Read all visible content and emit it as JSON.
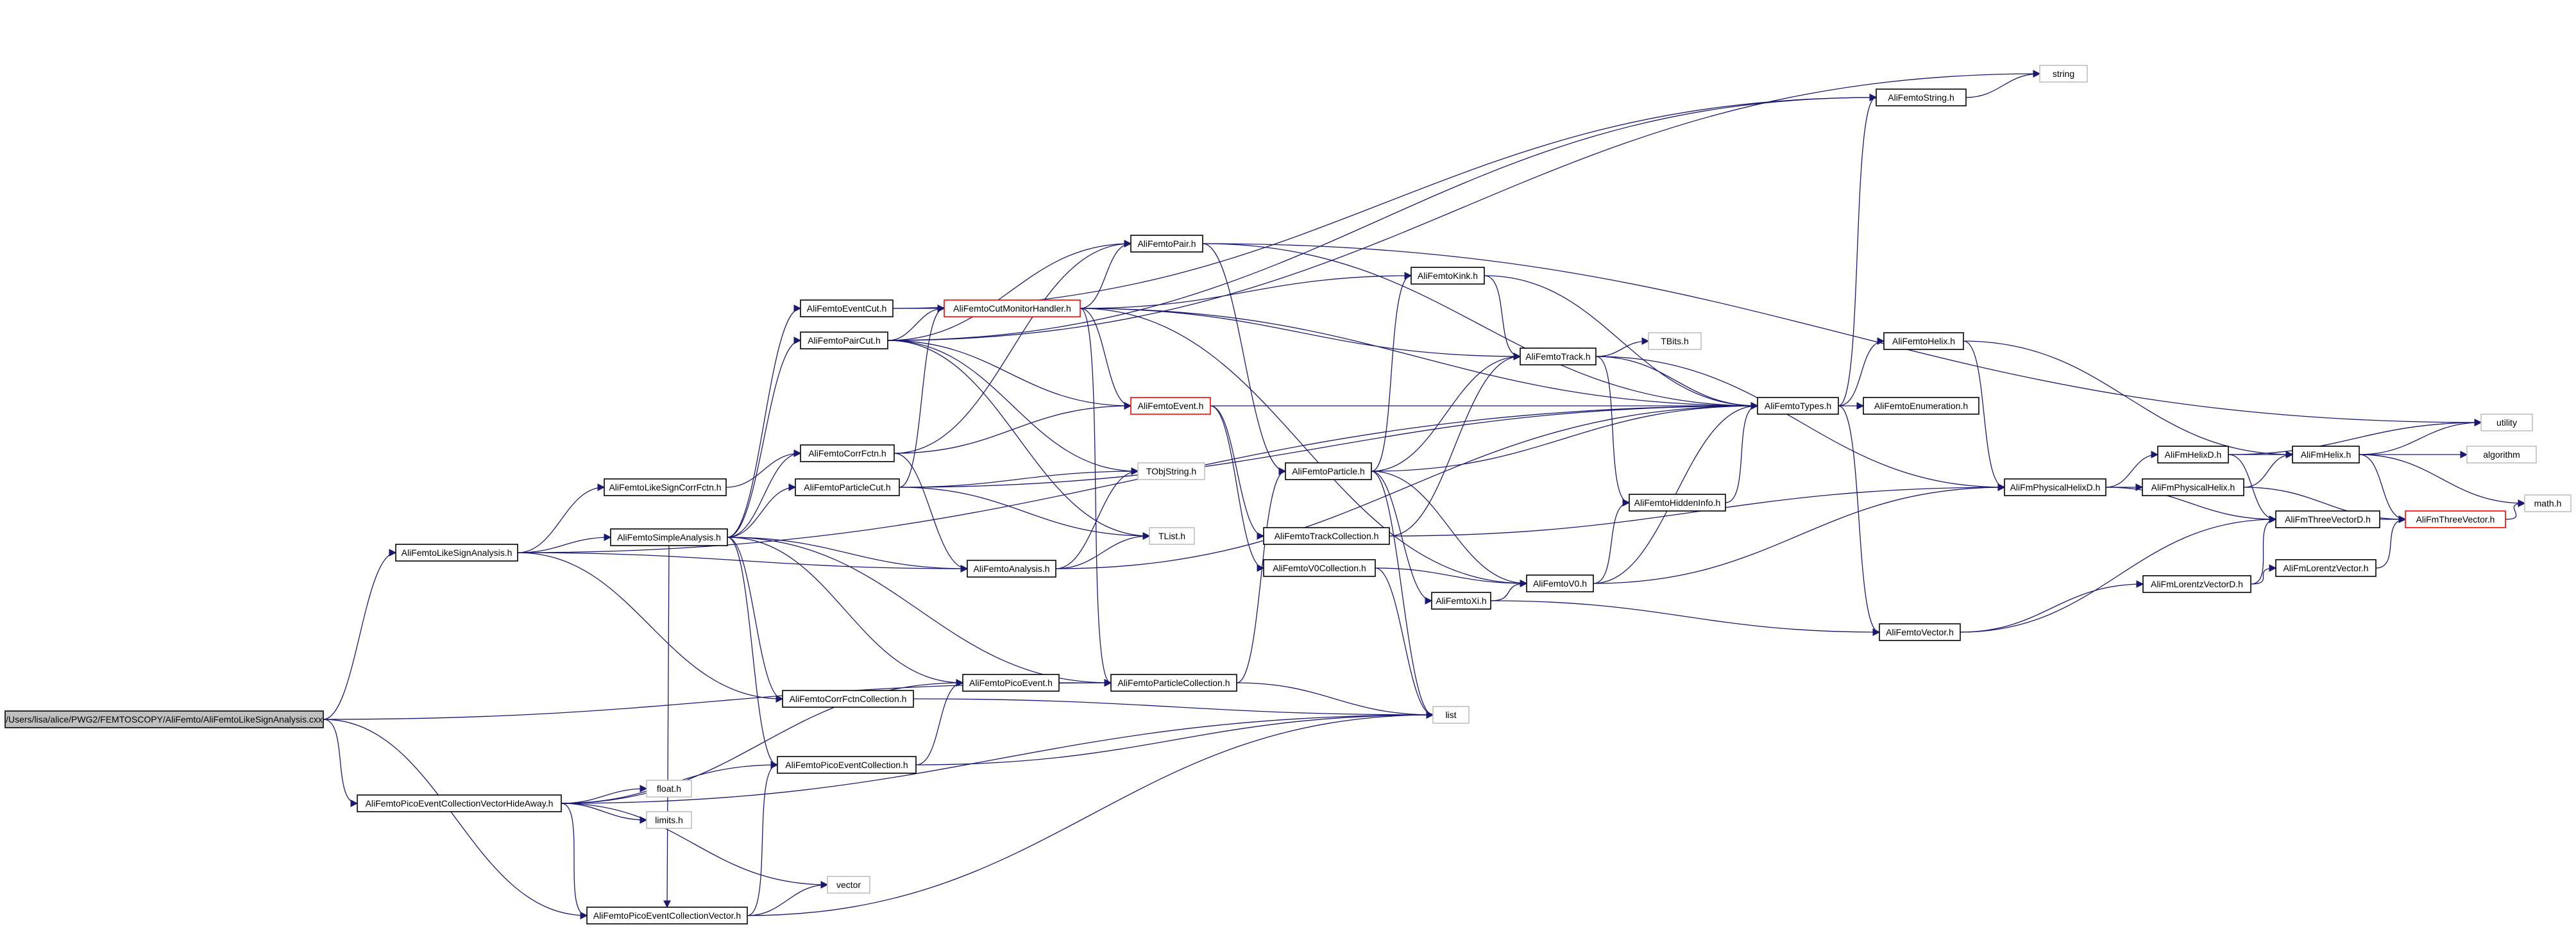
{
  "graph": {
    "colors": {
      "edge": "#191970",
      "node_border": "#000000",
      "node_fill": "#ffffff",
      "root_fill": "#bfbfbf",
      "incomplete_border": "#ff0000",
      "external_border": "#bfbfbf"
    },
    "nodes": [
      {
        "id": "root",
        "label": "/Users/lisa/alice/PWG2/FEMTOSCOPY/AliFemto/AliFemtoLikeSignAnalysis.cxx",
        "kind": "root"
      },
      {
        "id": "likesign_h",
        "label": "AliFemtoLikeSignAnalysis.h",
        "kind": "normal"
      },
      {
        "id": "picocoll_hide",
        "label": "AliFemtoPicoEventCollectionVectorHideAway.h",
        "kind": "normal"
      },
      {
        "id": "picocoll_vec",
        "label": "AliFemtoPicoEventCollectionVector.h",
        "kind": "normal"
      },
      {
        "id": "likesigncorr",
        "label": "AliFemtoLikeSignCorrFctn.h",
        "kind": "normal"
      },
      {
        "id": "simpleanalysis",
        "label": "AliFemtoSimpleAnalysis.h",
        "kind": "normal"
      },
      {
        "id": "corrfctn",
        "label": "AliFemtoCorrFctn.h",
        "kind": "normal"
      },
      {
        "id": "eventcut",
        "label": "AliFemtoEventCut.h",
        "kind": "normal"
      },
      {
        "id": "paircut",
        "label": "AliFemtoPairCut.h",
        "kind": "normal"
      },
      {
        "id": "particlecut",
        "label": "AliFemtoParticleCut.h",
        "kind": "normal"
      },
      {
        "id": "analysis",
        "label": "AliFemtoAnalysis.h",
        "kind": "normal"
      },
      {
        "id": "corrfctncoll",
        "label": "AliFemtoCorrFctnCollection.h",
        "kind": "normal"
      },
      {
        "id": "picoeventcoll",
        "label": "AliFemtoPicoEventCollection.h",
        "kind": "normal"
      },
      {
        "id": "picoevent",
        "label": "AliFemtoPicoEvent.h",
        "kind": "normal"
      },
      {
        "id": "particlecoll",
        "label": "AliFemtoParticleCollection.h",
        "kind": "normal"
      },
      {
        "id": "cutmonitor",
        "label": "AliFemtoCutMonitorHandler.h",
        "kind": "incomplete"
      },
      {
        "id": "pair",
        "label": "AliFemtoPair.h",
        "kind": "normal"
      },
      {
        "id": "event",
        "label": "AliFemtoEvent.h",
        "kind": "incomplete"
      },
      {
        "id": "particle",
        "label": "AliFemtoParticle.h",
        "kind": "normal"
      },
      {
        "id": "trackcoll",
        "label": "AliFemtoTrackCollection.h",
        "kind": "normal"
      },
      {
        "id": "v0coll",
        "label": "AliFemtoV0Collection.h",
        "kind": "normal"
      },
      {
        "id": "kink",
        "label": "AliFemtoKink.h",
        "kind": "normal"
      },
      {
        "id": "track",
        "label": "AliFemtoTrack.h",
        "kind": "normal"
      },
      {
        "id": "v0",
        "label": "AliFemtoV0.h",
        "kind": "normal"
      },
      {
        "id": "xi",
        "label": "AliFemtoXi.h",
        "kind": "normal"
      },
      {
        "id": "hiddeninfo",
        "label": "AliFemtoHiddenInfo.h",
        "kind": "normal"
      },
      {
        "id": "types",
        "label": "AliFemtoTypes.h",
        "kind": "normal"
      },
      {
        "id": "femtostring",
        "label": "AliFemtoString.h",
        "kind": "normal"
      },
      {
        "id": "enumeration",
        "label": "AliFemtoEnumeration.h",
        "kind": "normal"
      },
      {
        "id": "femtohelix",
        "label": "AliFemtoHelix.h",
        "kind": "normal"
      },
      {
        "id": "femtovector",
        "label": "AliFemtoVector.h",
        "kind": "normal"
      },
      {
        "id": "physhelixd",
        "label": "AliFmPhysicalHelixD.h",
        "kind": "normal"
      },
      {
        "id": "helixd",
        "label": "AliFmHelixD.h",
        "kind": "normal"
      },
      {
        "id": "physhelix",
        "label": "AliFmPhysicalHelix.h",
        "kind": "normal"
      },
      {
        "id": "fmhelix",
        "label": "AliFmHelix.h",
        "kind": "normal"
      },
      {
        "id": "threevecd",
        "label": "AliFmThreeVectorD.h",
        "kind": "normal"
      },
      {
        "id": "threevec",
        "label": "AliFmThreeVector.h",
        "kind": "incomplete"
      },
      {
        "id": "lorentzd",
        "label": "AliFmLorentzVectorD.h",
        "kind": "normal"
      },
      {
        "id": "lorentz",
        "label": "AliFmLorentzVector.h",
        "kind": "normal"
      },
      {
        "id": "string",
        "label": "string",
        "kind": "external"
      },
      {
        "id": "utility",
        "label": "utility",
        "kind": "external"
      },
      {
        "id": "algorithm",
        "label": "algorithm",
        "kind": "external"
      },
      {
        "id": "math",
        "label": "math.h",
        "kind": "external"
      },
      {
        "id": "tbits",
        "label": "TBits.h",
        "kind": "external"
      },
      {
        "id": "tobjstring",
        "label": "TObjString.h",
        "kind": "external"
      },
      {
        "id": "tlist",
        "label": "TList.h",
        "kind": "external"
      },
      {
        "id": "list",
        "label": "list",
        "kind": "external"
      },
      {
        "id": "float",
        "label": "float.h",
        "kind": "external"
      },
      {
        "id": "limits",
        "label": "limits.h",
        "kind": "external"
      },
      {
        "id": "vector",
        "label": "vector",
        "kind": "external"
      }
    ],
    "edges": [
      [
        "root",
        "likesign_h"
      ],
      [
        "root",
        "picocoll_hide"
      ],
      [
        "root",
        "picocoll_vec"
      ],
      [
        "root",
        "particlecoll"
      ],
      [
        "likesign_h",
        "likesigncorr"
      ],
      [
        "likesign_h",
        "simpleanalysis"
      ],
      [
        "likesign_h",
        "analysis"
      ],
      [
        "likesign_h",
        "corrfctncoll"
      ],
      [
        "likesign_h",
        "types"
      ],
      [
        "likesigncorr",
        "corrfctn"
      ],
      [
        "simpleanalysis",
        "eventcut"
      ],
      [
        "simpleanalysis",
        "paircut"
      ],
      [
        "simpleanalysis",
        "particlecut"
      ],
      [
        "simpleanalysis",
        "analysis"
      ],
      [
        "simpleanalysis",
        "corrfctncoll"
      ],
      [
        "simpleanalysis",
        "picoeventcoll"
      ],
      [
        "simpleanalysis",
        "picoevent"
      ],
      [
        "simpleanalysis",
        "particlecoll"
      ],
      [
        "simpleanalysis",
        "picocoll_vec"
      ],
      [
        "simpleanalysis",
        "corrfctn"
      ],
      [
        "corrfctn",
        "analysis"
      ],
      [
        "corrfctn",
        "event"
      ],
      [
        "corrfctn",
        "pair"
      ],
      [
        "eventcut",
        "cutmonitor"
      ],
      [
        "eventcut",
        "femtostring"
      ],
      [
        "paircut",
        "cutmonitor"
      ],
      [
        "paircut",
        "pair"
      ],
      [
        "paircut",
        "event"
      ],
      [
        "paircut",
        "femtostring"
      ],
      [
        "paircut",
        "string"
      ],
      [
        "paircut",
        "tobjstring"
      ],
      [
        "paircut",
        "tlist"
      ],
      [
        "particlecut",
        "cutmonitor"
      ],
      [
        "particlecut",
        "tobjstring"
      ],
      [
        "particlecut",
        "tlist"
      ],
      [
        "particlecut",
        "types"
      ],
      [
        "analysis",
        "tobjstring"
      ],
      [
        "analysis",
        "tlist"
      ],
      [
        "analysis",
        "types"
      ],
      [
        "corrfctncoll",
        "list"
      ],
      [
        "picoeventcoll",
        "picoevent"
      ],
      [
        "picoeventcoll",
        "list"
      ],
      [
        "picoevent",
        "particlecoll"
      ],
      [
        "particlecoll",
        "list"
      ],
      [
        "particlecoll",
        "particle"
      ],
      [
        "picocoll_hide",
        "picoeventcoll"
      ],
      [
        "picocoll_hide",
        "picoevent"
      ],
      [
        "picocoll_hide",
        "list"
      ],
      [
        "picocoll_hide",
        "float"
      ],
      [
        "picocoll_hide",
        "limits"
      ],
      [
        "picocoll_hide",
        "vector"
      ],
      [
        "picocoll_hide",
        "picocoll_vec"
      ],
      [
        "picocoll_vec",
        "vector"
      ],
      [
        "picocoll_vec",
        "list"
      ],
      [
        "picocoll_vec",
        "picoeventcoll"
      ],
      [
        "cutmonitor",
        "pair"
      ],
      [
        "cutmonitor",
        "event"
      ],
      [
        "cutmonitor",
        "kink"
      ],
      [
        "cutmonitor",
        "track"
      ],
      [
        "cutmonitor",
        "types"
      ],
      [
        "cutmonitor",
        "v0"
      ],
      [
        "cutmonitor",
        "particlecoll"
      ],
      [
        "pair",
        "particle"
      ],
      [
        "pair",
        "types"
      ],
      [
        "pair",
        "utility"
      ],
      [
        "event",
        "types"
      ],
      [
        "event",
        "trackcoll"
      ],
      [
        "event",
        "v0coll"
      ],
      [
        "particle",
        "kink"
      ],
      [
        "particle",
        "track"
      ],
      [
        "particle",
        "v0"
      ],
      [
        "particle",
        "xi"
      ],
      [
        "particle",
        "types"
      ],
      [
        "particle",
        "list"
      ],
      [
        "trackcoll",
        "track"
      ],
      [
        "trackcoll",
        "physhelixd"
      ],
      [
        "v0coll",
        "list"
      ],
      [
        "v0coll",
        "v0"
      ],
      [
        "kink",
        "track"
      ],
      [
        "kink",
        "types"
      ],
      [
        "track",
        "tbits"
      ],
      [
        "track",
        "types"
      ],
      [
        "track",
        "hiddeninfo"
      ],
      [
        "track",
        "physhelixd"
      ],
      [
        "hiddeninfo",
        "types"
      ],
      [
        "v0",
        "types"
      ],
      [
        "v0",
        "hiddeninfo"
      ],
      [
        "v0",
        "physhelixd"
      ],
      [
        "xi",
        "v0"
      ],
      [
        "xi",
        "femtovector"
      ],
      [
        "types",
        "femtostring"
      ],
      [
        "types",
        "enumeration"
      ],
      [
        "types",
        "femtohelix"
      ],
      [
        "types",
        "femtovector"
      ],
      [
        "femtostring",
        "string"
      ],
      [
        "femtohelix",
        "physhelixd"
      ],
      [
        "femtohelix",
        "fmhelix"
      ],
      [
        "femtovector",
        "threevecd"
      ],
      [
        "femtovector",
        "lorentzd"
      ],
      [
        "physhelixd",
        "helixd"
      ],
      [
        "physhelixd",
        "physhelix"
      ],
      [
        "physhelixd",
        "threevecd"
      ],
      [
        "helixd",
        "fmhelix"
      ],
      [
        "helixd",
        "threevecd"
      ],
      [
        "helixd",
        "utility"
      ],
      [
        "physhelix",
        "fmhelix"
      ],
      [
        "physhelix",
        "threevec"
      ],
      [
        "fmhelix",
        "utility"
      ],
      [
        "fmhelix",
        "algorithm"
      ],
      [
        "fmhelix",
        "math"
      ],
      [
        "fmhelix",
        "threevec"
      ],
      [
        "threevecd",
        "threevec"
      ],
      [
        "threevec",
        "math"
      ],
      [
        "lorentzd",
        "threevecd"
      ],
      [
        "lorentzd",
        "lorentz"
      ],
      [
        "lorentz",
        "threevec"
      ]
    ]
  }
}
